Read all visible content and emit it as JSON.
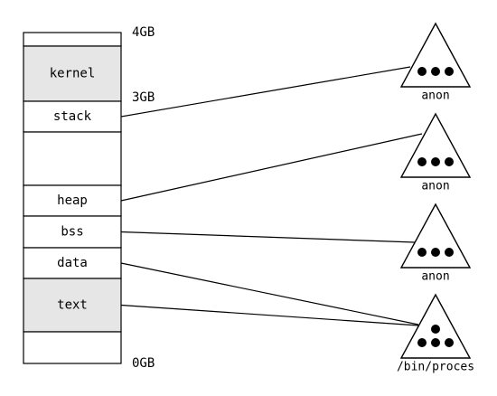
{
  "colors": {
    "stroke": "#000000",
    "shaded_fill": "#e6e6e6",
    "plain_fill": "#ffffff",
    "dot_fill": "#000000"
  },
  "memory_layout": {
    "address_labels": {
      "top": "4GB",
      "kernel_boundary": "3GB",
      "bottom": "0GB"
    },
    "segments": [
      {
        "id": "top-gap",
        "label": "",
        "shaded": false
      },
      {
        "id": "kernel",
        "label": "kernel",
        "shaded": true
      },
      {
        "id": "stack",
        "label": "stack",
        "shaded": false
      },
      {
        "id": "free",
        "label": "",
        "shaded": false
      },
      {
        "id": "heap",
        "label": "heap",
        "shaded": false
      },
      {
        "id": "bss",
        "label": "bss",
        "shaded": false
      },
      {
        "id": "data",
        "label": "data",
        "shaded": false
      },
      {
        "id": "text",
        "label": "text",
        "shaded": true
      },
      {
        "id": "bottom-gap",
        "label": "",
        "shaded": false
      }
    ]
  },
  "objects": [
    {
      "id": "anon-1",
      "label": "anon",
      "dots": 3
    },
    {
      "id": "anon-2",
      "label": "anon",
      "dots": 3
    },
    {
      "id": "anon-3",
      "label": "anon",
      "dots": 3
    },
    {
      "id": "file",
      "label": "/bin/proces",
      "dots": 4
    }
  ],
  "mappings": [
    {
      "segment": "stack",
      "object": "anon-1"
    },
    {
      "segment": "heap",
      "object": "anon-2"
    },
    {
      "segment": "bss",
      "object": "anon-3"
    },
    {
      "segment": "data",
      "object": "file"
    },
    {
      "segment": "text",
      "object": "file"
    }
  ]
}
